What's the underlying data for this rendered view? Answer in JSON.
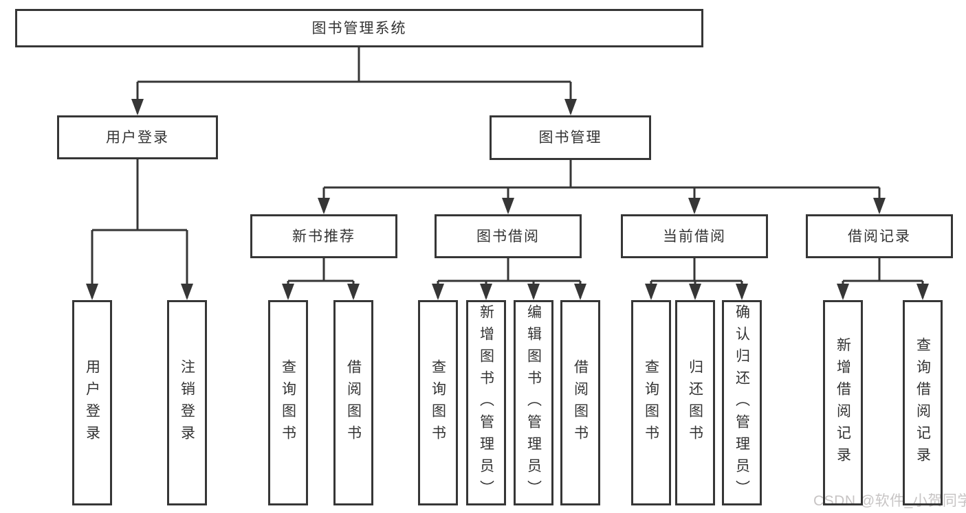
{
  "diagram": {
    "root": {
      "label": "图书管理系统"
    },
    "level2": {
      "user_login_group": {
        "label": "用户登录"
      },
      "book_mgmt_group": {
        "label": "图书管理"
      }
    },
    "level3": {
      "new_book_rec": {
        "label": "新书推荐"
      },
      "book_borrow": {
        "label": "图书借阅"
      },
      "current_borrow": {
        "label": "当前借阅"
      },
      "borrow_records": {
        "label": "借阅记录"
      }
    },
    "leaves": {
      "user_login": {
        "label": "用户登录"
      },
      "logout": {
        "label": "注销登录"
      },
      "nb_query_books": {
        "label": "查询图书"
      },
      "nb_borrow_books": {
        "label": "借阅图书"
      },
      "bb_query_books": {
        "label": "查询图书"
      },
      "bb_add_books": {
        "label": "新增图书（管理员）"
      },
      "bb_edit_books": {
        "label": "编辑图书（管理员）"
      },
      "bb_borrow_books": {
        "label": "借阅图书"
      },
      "cb_query_books": {
        "label": "查询图书"
      },
      "cb_return_books": {
        "label": "归还图书"
      },
      "cb_confirm_return": {
        "label": "确认归还（管理员）"
      },
      "br_add_record": {
        "label": "新增借阅记录"
      },
      "br_query_record": {
        "label": "查询借阅记录"
      }
    }
  },
  "watermark": {
    "text": "CSDN @软件_小贺同学"
  },
  "colors": {
    "line": "#363636",
    "text": "#333333",
    "watermark": "#c7c4c4",
    "background": "#ffffff"
  }
}
